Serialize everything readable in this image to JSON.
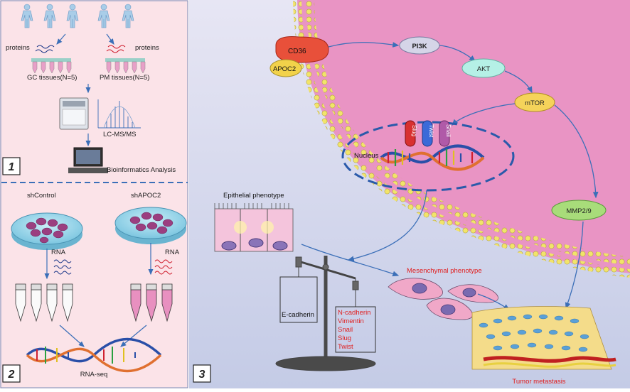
{
  "panel1": {
    "number": "1",
    "proteins_left": "proteins",
    "proteins_right": "proteins",
    "gc_tissues": "GC tissues(N=5)",
    "pm_tissues": "PM tissues(N=5)",
    "lcms": "LC-MS/MS",
    "bioinformatics": "Bioinformatics Analysis"
  },
  "panel2": {
    "number": "2",
    "sh_control": "shControl",
    "sh_apoc2": "shAPOC2",
    "rna_left": "RNA",
    "rna_right": "RNA",
    "rna_seq": "RNA-seq"
  },
  "panel3": {
    "number": "3",
    "cd36": "CD36",
    "apoc2": "APOC2",
    "pi3k": "PI3K",
    "akt": "AKT",
    "mtor": "mTOR",
    "mmp": "MMP2/9",
    "nucleus": "Nucleus",
    "slug": "Slug",
    "twist": "Twist",
    "snail": "Snail",
    "epithelial": "Epithelial phenotype",
    "mesenchymal": "Mesenchymal phenotype",
    "e_cadherin": "E-cadherin",
    "mesenchymal_markers": [
      "N-cadherin",
      "Vimentin",
      "Snail",
      "Slug",
      "Twist"
    ],
    "tumor_metastasis": "Tumor metastasis"
  },
  "colors": {
    "panel_left_bg": "#fbe3e8",
    "cell_pink": "#f0a0c8",
    "membrane_yellow": "#f5e66a",
    "arrow_blue": "#3b6fb8",
    "marker_red": "#e02020"
  }
}
